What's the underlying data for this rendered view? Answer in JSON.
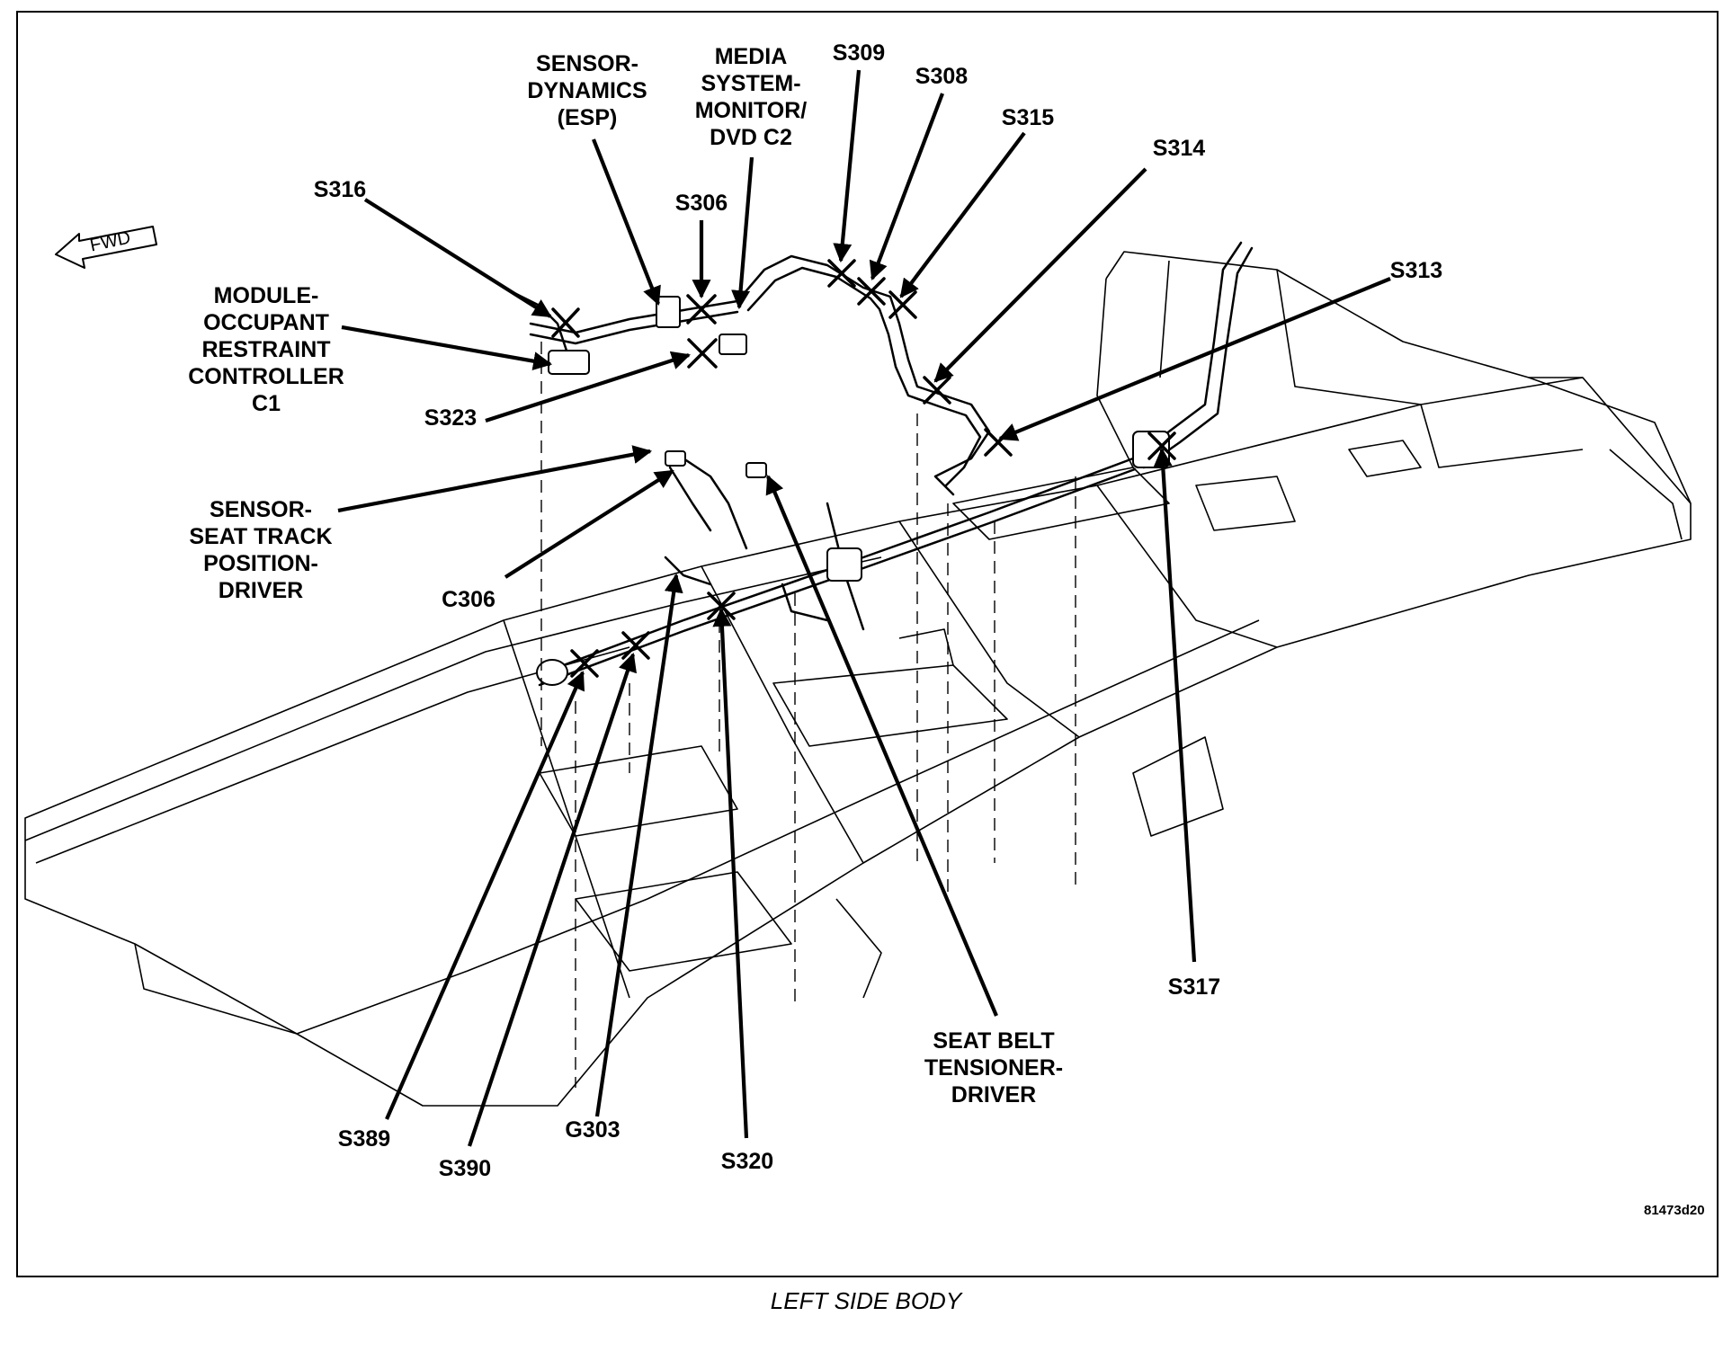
{
  "diagram": {
    "caption": "LEFT SIDE BODY",
    "reference_id": "81473d20",
    "fwd_label": "FWD",
    "labels": {
      "sensor_dynamics": [
        "SENSOR-",
        "DYNAMICS",
        "(ESP)"
      ],
      "media_system_monitor": [
        "MEDIA",
        "SYSTEM-",
        "MONITOR/",
        "DVD C2"
      ],
      "s309": "S309",
      "s308": "S308",
      "s315": "S315",
      "s314": "S314",
      "s316": "S316",
      "s306": "S306",
      "s313": "S313",
      "module_occupant": [
        "MODULE-",
        "OCCUPANT",
        "RESTRAINT",
        "CONTROLLER",
        "C1"
      ],
      "s323": "S323",
      "sensor_seat_track": [
        "SENSOR-",
        "SEAT TRACK",
        "POSITION-",
        "DRIVER"
      ],
      "c306": "C306",
      "s317": "S317",
      "seat_belt_tensioner": [
        "SEAT BELT",
        "TENSIONER-",
        "DRIVER"
      ],
      "s389": "S389",
      "s390": "S390",
      "g303": "G303",
      "s320": "S320"
    }
  }
}
